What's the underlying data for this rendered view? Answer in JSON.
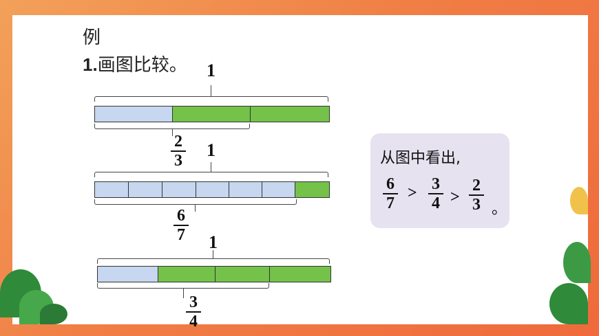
{
  "heading": {
    "example": "例",
    "task": "画图比较。",
    "task_number": "1."
  },
  "diagrams": [
    {
      "whole_label": "1",
      "fraction": {
        "numerator": "2",
        "denominator": "3"
      }
    },
    {
      "whole_label": "1",
      "fraction": {
        "numerator": "6",
        "denominator": "7"
      }
    },
    {
      "whole_label": "1",
      "fraction": {
        "numerator": "3",
        "denominator": "4"
      }
    }
  ],
  "conclusion": {
    "text": "从图中看出,",
    "fractions": [
      {
        "numerator": "6",
        "denominator": "7"
      },
      {
        "numerator": "3",
        "denominator": "4"
      },
      {
        "numerator": "2",
        "denominator": "3"
      }
    ],
    "symbol": ">",
    "period": "。"
  },
  "colors": {
    "filled": "#c6d7ef",
    "rest": "#74c24a",
    "note_bg": "#e6e2f0"
  }
}
